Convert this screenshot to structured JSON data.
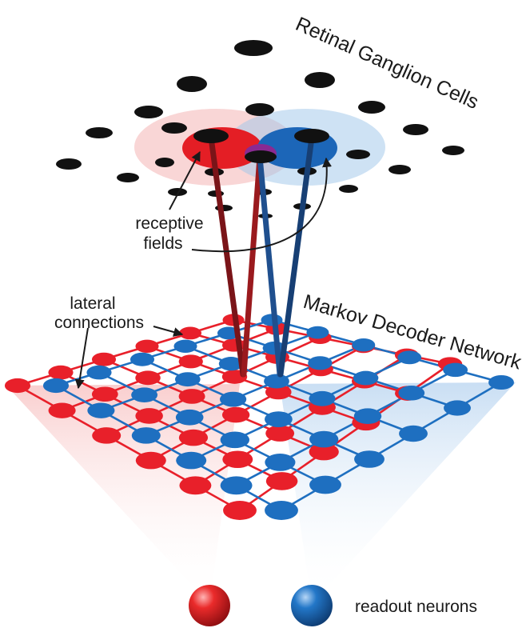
{
  "title_retina": "Retinal Ganglion Cells",
  "label_receptive_line1": "receptive",
  "label_receptive_line2": "fields",
  "label_lateral_line1": "lateral",
  "label_lateral_line2": "connections",
  "title_network": "Markov Decoder Network",
  "label_readout": "readout neurons",
  "colors": {
    "red": "#e8202a",
    "blue": "#1e6fc0",
    "dark_red": "#7a1418",
    "dark_blue": "#173f74",
    "ganglion": "#111111"
  }
}
